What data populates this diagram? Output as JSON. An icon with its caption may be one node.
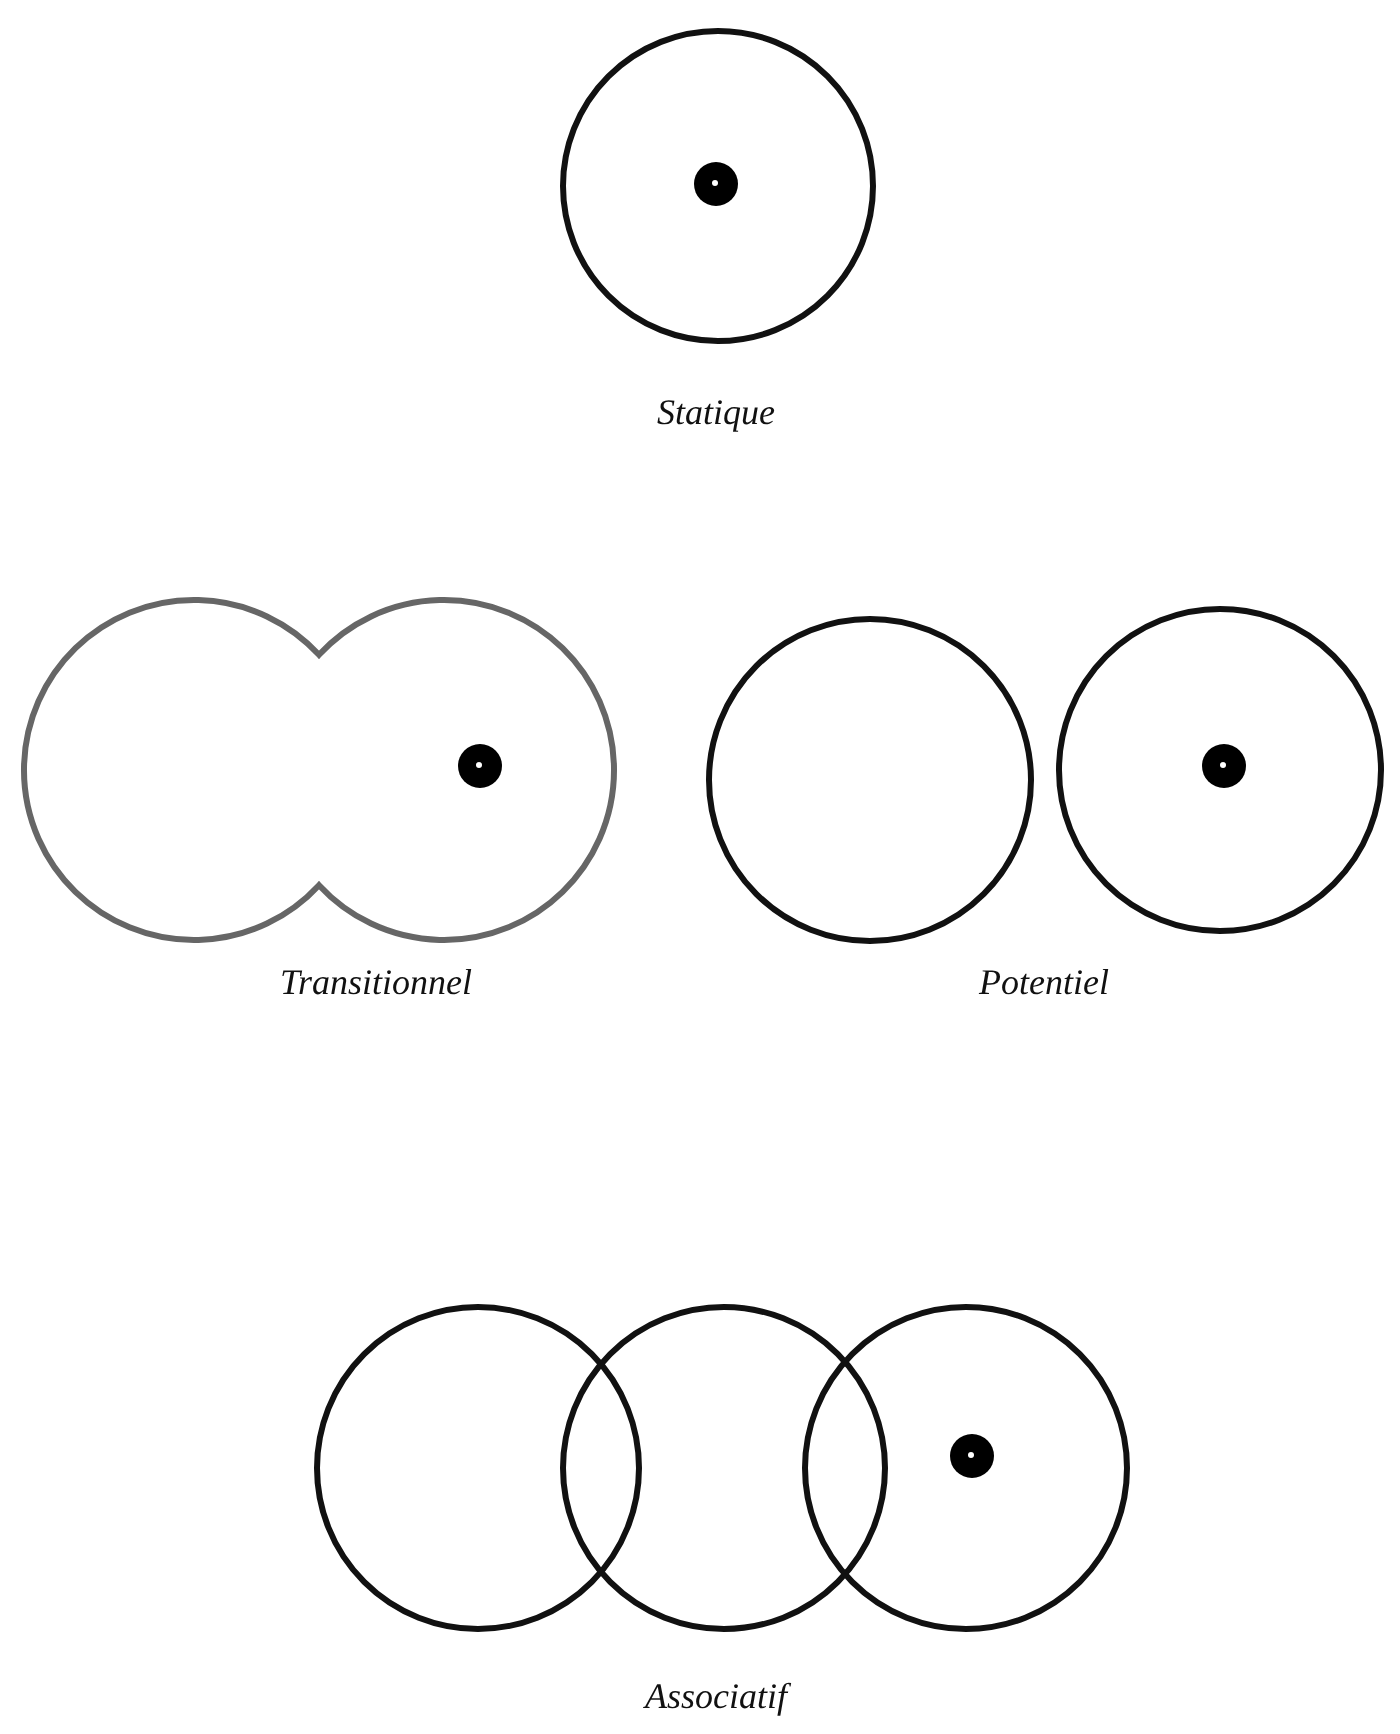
{
  "diagram": {
    "nodes": [
      {
        "text": [],
        "shape": "circle"
      },
      {
        "text": [],
        "shape": "dot",
        "in": 0
      },
      {
        "text": [],
        "shape": "blob"
      },
      {
        "text": [],
        "shape": "dot",
        "in": 2
      },
      {
        "text": [],
        "shape": "circle"
      },
      {
        "text": [],
        "shape": "circle"
      },
      {
        "text": [],
        "shape": "dot",
        "in": 5
      },
      {
        "text": [],
        "shape": "circle"
      },
      {
        "text": [],
        "shape": "circle"
      },
      {
        "text": [],
        "shape": "circle"
      },
      {
        "text": [],
        "shape": "dot",
        "in": 9
      }
    ],
    "labels": [
      "Statique",
      "Transitionnel",
      "Potentiel",
      "Associatif"
    ]
  }
}
